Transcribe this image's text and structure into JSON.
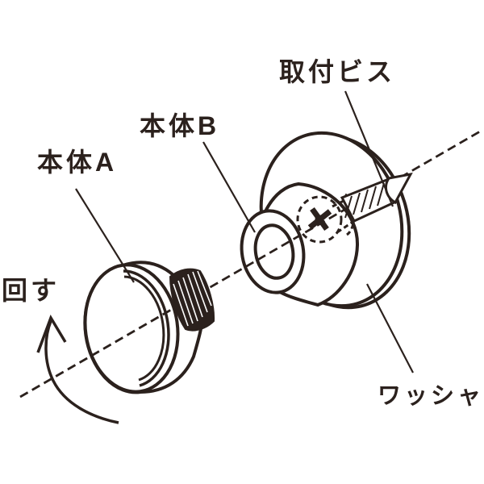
{
  "colors": {
    "ink": "#2b211d",
    "background": "#ffffff"
  },
  "diagram": {
    "kind": "exploded-assembly-line-drawing",
    "labels": {
      "mounting_screw": "取付ビス",
      "body_b": "本体B",
      "body_a": "本体A",
      "turn": "回す",
      "washer": "ワッシャ"
    },
    "parts": [
      {
        "id": "body-a",
        "label": "本体A"
      },
      {
        "id": "body-b",
        "label": "本体B"
      },
      {
        "id": "mounting-screw",
        "label": "取付ビス"
      },
      {
        "id": "washer",
        "label": "ワッシャ"
      },
      {
        "id": "turn-arrow",
        "label": "回す"
      }
    ]
  }
}
